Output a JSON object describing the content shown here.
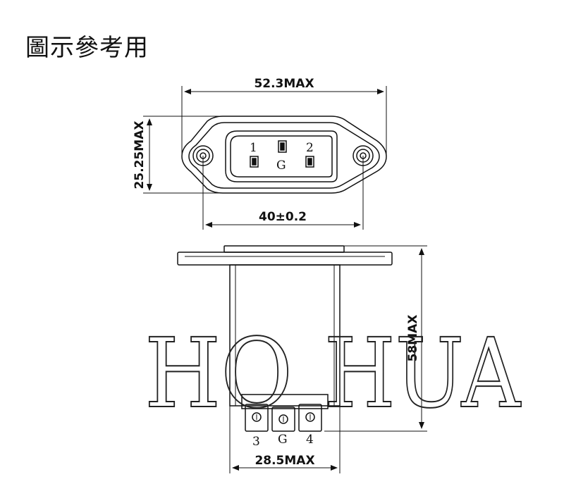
{
  "title": "圖示參考用",
  "dimensions": {
    "width_top": "52.3MAX",
    "height_top": "25.25MAX",
    "hole_spacing": "40±0.2",
    "depth": "58MAX",
    "width_bottom": "28.5MAX"
  },
  "front_pins": {
    "left": "1",
    "right": "2",
    "ground": "G"
  },
  "terminal_labels": {
    "left": "3",
    "ground": "G",
    "right": "4"
  },
  "watermark": {
    "left": "HO",
    "right": "HUA"
  }
}
